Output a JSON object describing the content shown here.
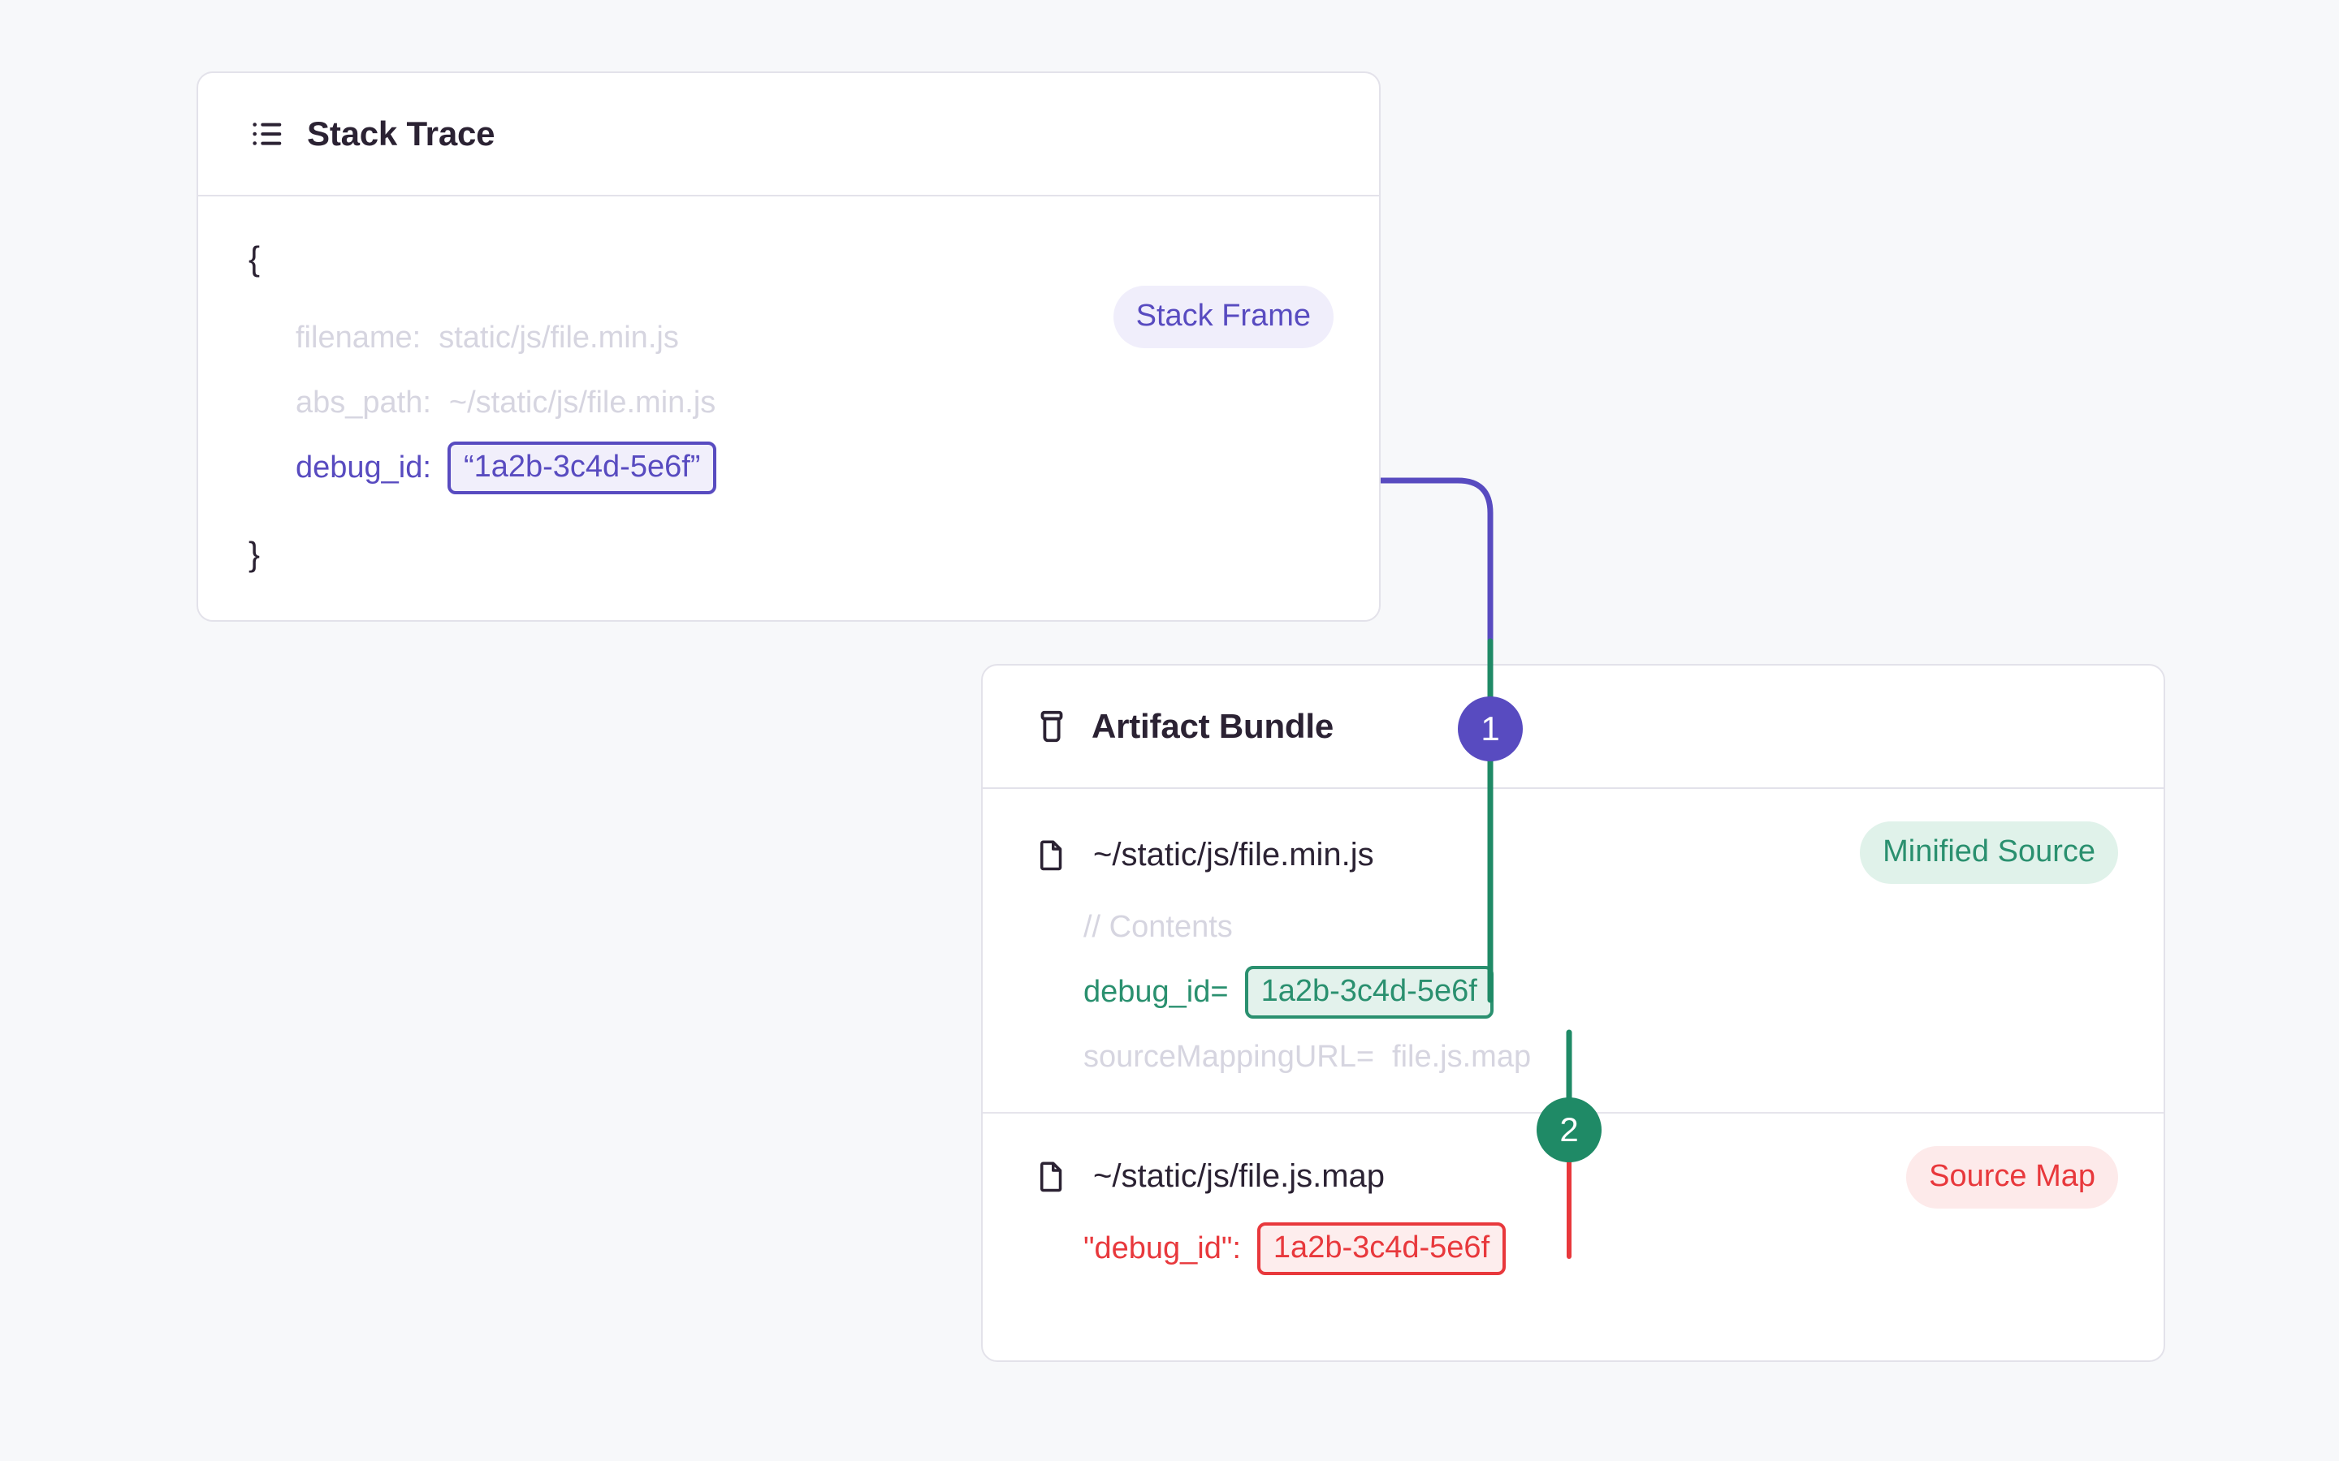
{
  "colors": {
    "background": "#f7f8fa",
    "card_border": "#e3e2ea",
    "text_dark": "#2b2233",
    "muted": "#d6d5e0",
    "purple": "#584bc0",
    "purple_bg": "#f1effb",
    "green": "#2a906f",
    "green_bg": "#e3f2ec",
    "green_badge": "#1f8a66",
    "red": "#e8383c",
    "red_bg": "#fdeded"
  },
  "stack_trace_card": {
    "title": "Stack Trace",
    "icon": "list-icon",
    "badge": {
      "label": "Stack Frame",
      "color": "#584bc0"
    },
    "open_brace": "{",
    "close_brace": "}",
    "rows": [
      {
        "key": "filename:",
        "value": "static/js/file.min.js",
        "state": "muted"
      },
      {
        "key": "abs_path:",
        "value": "~/static/js/file.min.js",
        "state": "muted"
      },
      {
        "key": "debug_id:",
        "value": "“1a2b-3c4d-5e6f”",
        "state": "highlight-purple"
      }
    ]
  },
  "artifact_bundle_card": {
    "title": "Artifact Bundle",
    "icon": "archive-box-icon",
    "sections": [
      {
        "file_icon": "file-icon",
        "file_name": "~/static/js/file.min.js",
        "badge": {
          "label": "Minified Source",
          "color": "#2a906f"
        },
        "lines": [
          {
            "key": "// Contents",
            "value": "",
            "state": "muted"
          },
          {
            "key": "debug_id=",
            "value": "1a2b-3c4d-5e6f",
            "state": "highlight-green"
          },
          {
            "key": "sourceMappingURL=",
            "value": "file.js.map",
            "state": "muted"
          }
        ]
      },
      {
        "file_icon": "file-icon",
        "file_name": "~/static/js/file.js.map",
        "badge": {
          "label": "Source Map",
          "color": "#e8383c"
        },
        "lines": [
          {
            "key": "\"debug_id\":",
            "value": "1a2b-3c4d-5e6f",
            "state": "highlight-red"
          }
        ]
      }
    ]
  },
  "steps": [
    {
      "number": "1",
      "color": "#584bc0"
    },
    {
      "number": "2",
      "color": "#1f8a66"
    }
  ]
}
